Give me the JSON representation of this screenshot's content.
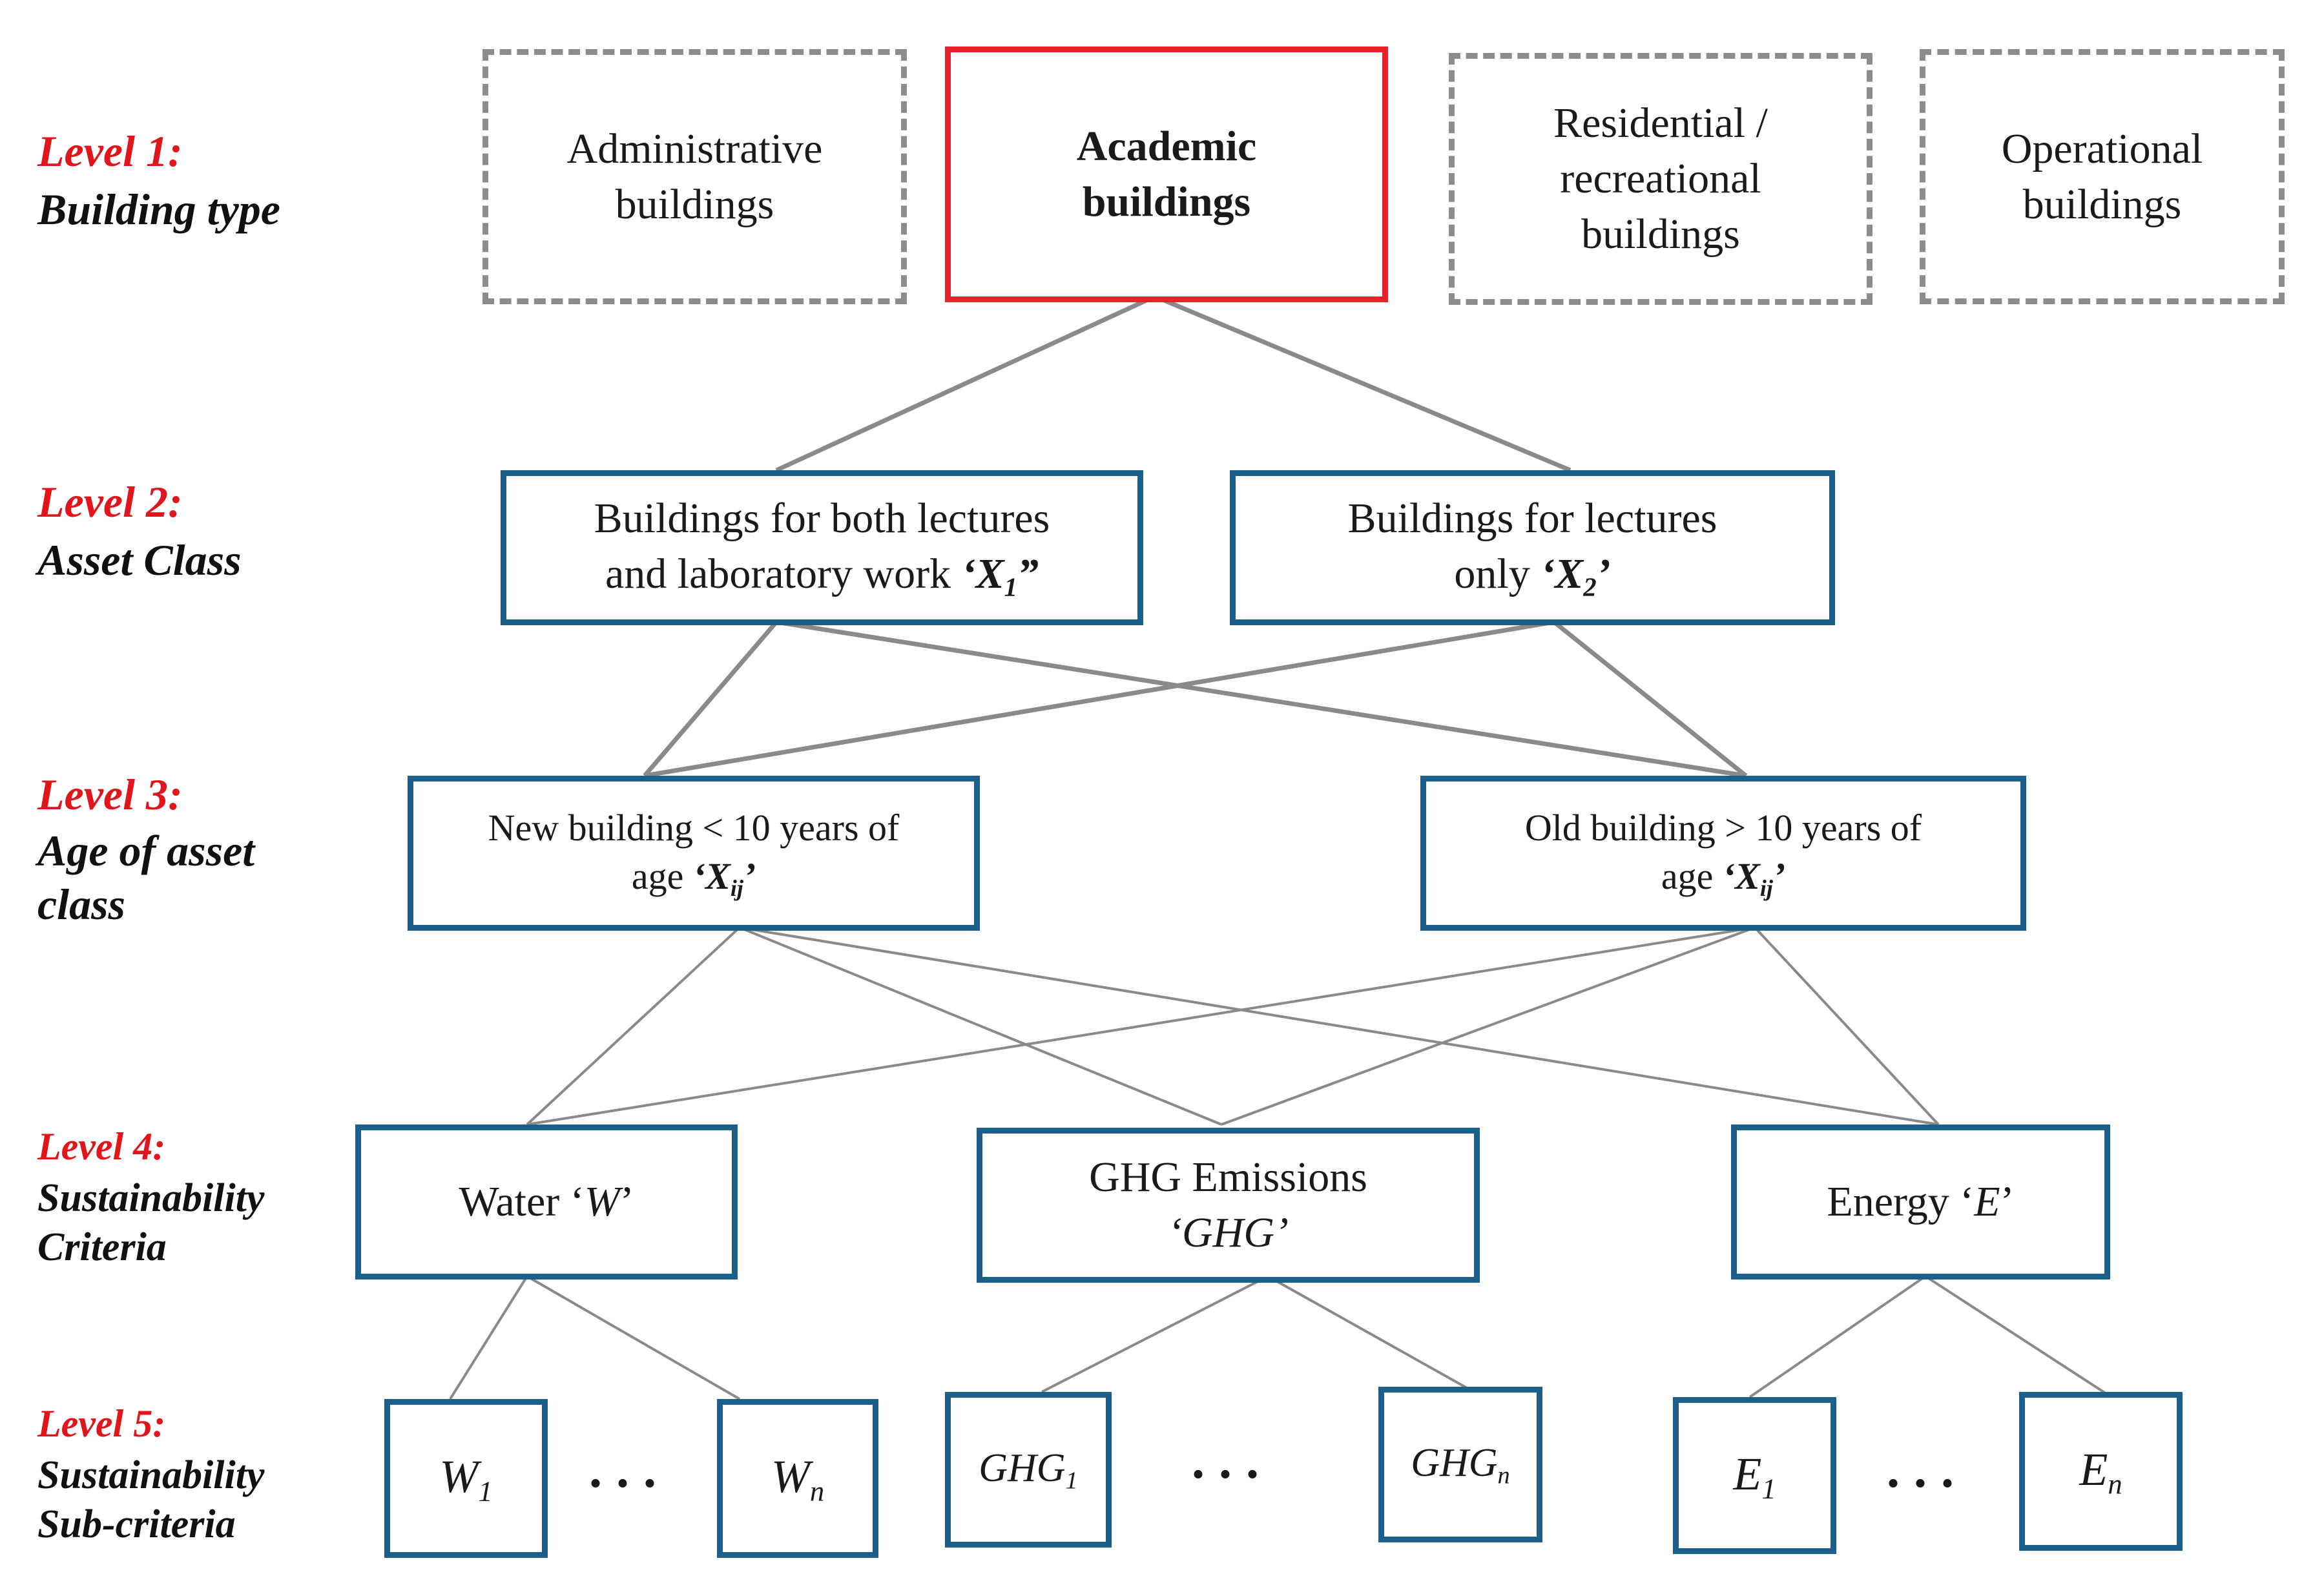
{
  "levels": [
    {
      "number": "Level 1:",
      "title": "Building type"
    },
    {
      "number": "Level 2:",
      "title": "Asset Class"
    },
    {
      "number": "Level 3:",
      "title": "Age of asset\nclass"
    },
    {
      "number": "Level 4:",
      "title": "Sustainability\nCriteria"
    },
    {
      "number": "Level 5:",
      "title": "Sustainability\nSub-criteria"
    }
  ],
  "building_types": {
    "administrative": "Administrative\nbuildings",
    "academic": "Academic\nbuildings",
    "residential": "Residential /\nrecreational\nbuildings",
    "operational": "Operational\nbuildings"
  },
  "asset_classes": [
    {
      "text": "Buildings for both lectures\nand laboratory work ",
      "var": "‘X",
      "var_sub": "1",
      "var_end": "”"
    },
    {
      "text": "Buildings for lectures\nonly ",
      "var": "‘X",
      "var_sub": "2",
      "var_end": "’"
    }
  ],
  "ages": [
    {
      "text": "New building < 10 years of\nage ",
      "var": "‘X",
      "var_sub": "ij",
      "var_end": "’"
    },
    {
      "text": "Old building > 10 years of\nage ",
      "var": "‘X",
      "var_sub": "ij",
      "var_end": "’"
    }
  ],
  "criteria": [
    {
      "text": "Water ‘",
      "symbol": "W",
      "end": "’"
    },
    {
      "text": "GHG Emissions\n",
      "symbol": "‘GHG’",
      "end": ""
    },
    {
      "text": "Energy ‘",
      "symbol": "E",
      "end": "’"
    }
  ],
  "subcriteria": [
    {
      "letter": "W",
      "index": "1"
    },
    {
      "letter": "W",
      "index": "n"
    },
    {
      "letter": "GHG",
      "index": "1"
    },
    {
      "letter": "GHG",
      "index": "n"
    },
    {
      "letter": "E",
      "index": "1"
    },
    {
      "letter": "E",
      "index": "n"
    }
  ],
  "ellipsis": "...",
  "colors": {
    "level_red": "#e0161c",
    "highlight_red": "#e8222a",
    "box_blue": "#1b5f8a",
    "dashed_gray": "#8c8c8c",
    "line_gray": "#8a8a8a"
  }
}
